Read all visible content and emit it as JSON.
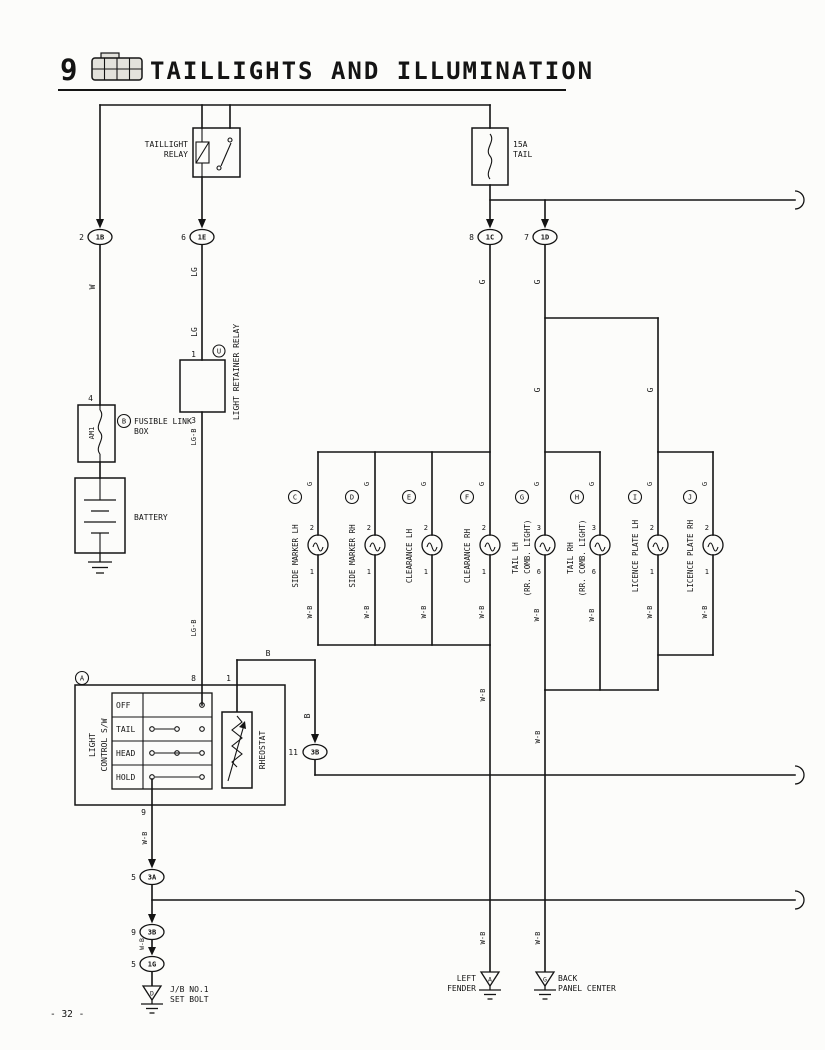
{
  "header": {
    "section_number": "9",
    "title": "TAILLIGHTS AND ILLUMINATION"
  },
  "footer": {
    "page_number": "- 32 -"
  },
  "wire_labels": {
    "w": "W",
    "lg": "LG",
    "lg_b": "LG-B",
    "g": "G",
    "b": "B",
    "w_b": "W-B"
  },
  "taillight_relay": {
    "name_line1": "TAILLIGHT",
    "name_line2": "RELAY"
  },
  "tail_fuse": {
    "rating": "15A",
    "name": "TAIL"
  },
  "light_retainer_relay": {
    "id": "U",
    "name": "LIGHT RETAINER RELAY",
    "terminal_top": "1",
    "terminal_bottom": "3"
  },
  "fusible_link_box": {
    "id": "B",
    "name_line1": "FUSIBLE LINK",
    "name_line2": "BOX",
    "terminal": "4",
    "link_name": "AM1"
  },
  "battery": {
    "name": "BATTERY"
  },
  "connectors": {
    "j1b": {
      "pin": "2",
      "code": "1B"
    },
    "j1e": {
      "pin": "6",
      "code": "1E"
    },
    "j1c": {
      "pin": "8",
      "code": "1C"
    },
    "j1d": {
      "pin": "7",
      "code": "1D"
    },
    "j3b_rheostat": {
      "pin": "11",
      "code": "3B"
    },
    "j3a": {
      "pin": "5",
      "code": "3A"
    },
    "j3b": {
      "pin": "9",
      "code": "3B"
    },
    "j1g": {
      "pin": "5",
      "code": "1G"
    }
  },
  "bulbs": [
    {
      "id": "C",
      "name": "SIDE MARKER LH",
      "name2": "",
      "terminal_top": "2",
      "terminal_bottom": "1",
      "wire_top": "G",
      "wire_bottom": "W-B"
    },
    {
      "id": "D",
      "name": "SIDE MARKER RH",
      "name2": "",
      "terminal_top": "2",
      "terminal_bottom": "1",
      "wire_top": "G",
      "wire_bottom": "W-B"
    },
    {
      "id": "E",
      "name": "CLEARANCE LH",
      "name2": "",
      "terminal_top": "2",
      "terminal_bottom": "1",
      "wire_top": "G",
      "wire_bottom": "W-B"
    },
    {
      "id": "F",
      "name": "CLEARANCE RH",
      "name2": "",
      "terminal_top": "2",
      "terminal_bottom": "1",
      "wire_top": "G",
      "wire_bottom": "W-B"
    },
    {
      "id": "G",
      "name": "TAIL LH",
      "name2": "(RR. COMB. LIGHT)",
      "terminal_top": "3",
      "terminal_bottom": "6",
      "wire_top": "G",
      "wire_bottom": "W-B"
    },
    {
      "id": "H",
      "name": "TAIL RH",
      "name2": "(RR. COMB. LIGHT)",
      "terminal_top": "3",
      "terminal_bottom": "6",
      "wire_top": "G",
      "wire_bottom": "W-B"
    },
    {
      "id": "I",
      "name": "LICENCE PLATE LH",
      "name2": "",
      "terminal_top": "2",
      "terminal_bottom": "1",
      "wire_top": "G",
      "wire_bottom": "W-B"
    },
    {
      "id": "J",
      "name": "LICENCE PLATE RH",
      "name2": "",
      "terminal_top": "2",
      "terminal_bottom": "1",
      "wire_top": "G",
      "wire_bottom": "W-B"
    }
  ],
  "light_control_switch": {
    "id": "A",
    "name_line1": "LIGHT",
    "name_line2": "CONTROL S/W",
    "positions": [
      "OFF",
      "TAIL",
      "HEAD",
      "HOLD"
    ],
    "terminal_top_left": "8",
    "terminal_top_right": "1",
    "terminal_bottom": "9"
  },
  "rheostat": {
    "name": "RHEOSTAT"
  },
  "grounds": {
    "jb": {
      "id": "D",
      "name_line1": "J/B NO.1",
      "name_line2": "SET BOLT"
    },
    "left_fender": {
      "id": "A",
      "name_line1": "LEFT",
      "name_line2": "FENDER"
    },
    "back_panel": {
      "id": "G",
      "name_line1": "BACK",
      "name_line2": "PANEL CENTER"
    }
  }
}
